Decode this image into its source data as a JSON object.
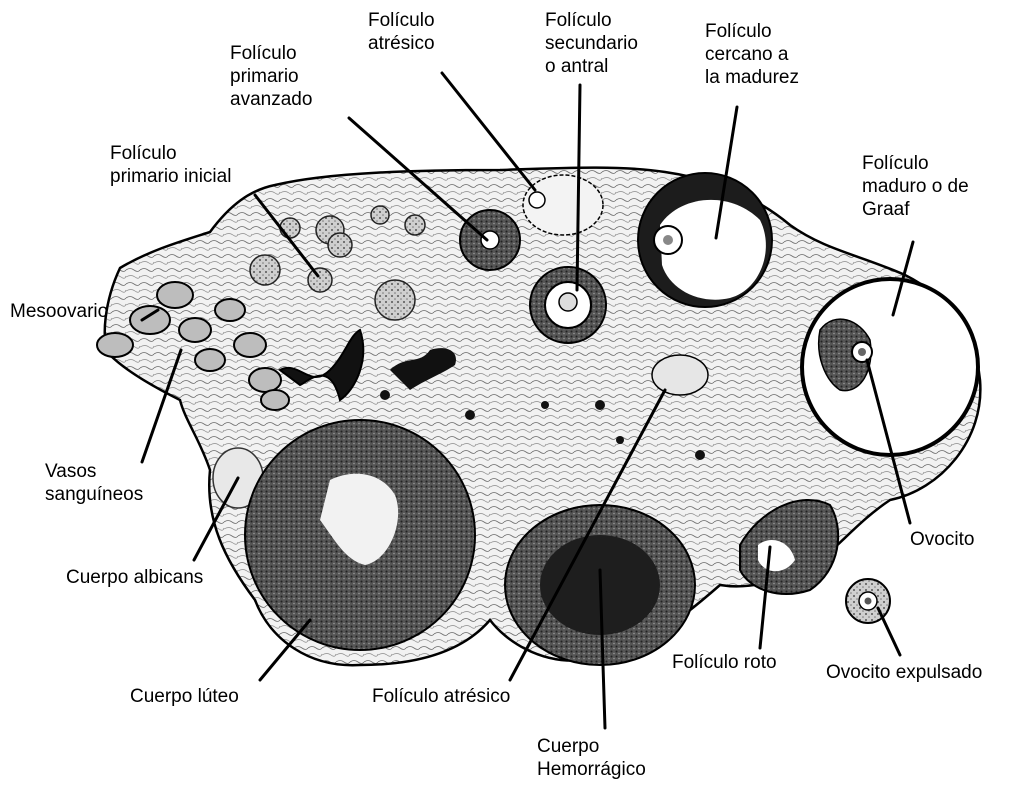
{
  "labels": {
    "folic_atresico_top": [
      "Folículo",
      "atrésico"
    ],
    "folic_secundario": [
      "Folículo",
      "secundario",
      "o antral"
    ],
    "folic_cercano": [
      "Folículo",
      "cercano a",
      "la madurez"
    ],
    "folic_primario_avanzado": [
      "Folículo",
      "primario",
      "avanzado"
    ],
    "folic_primario_inicial": [
      "Folículo",
      "primario inicial"
    ],
    "folic_maduro": [
      "Folículo",
      "maduro  o de",
      "Graaf"
    ],
    "mesoovario": "Mesoovario",
    "vasos": [
      "Vasos",
      "sanguíneos"
    ],
    "cuerpo_albicans": "Cuerpo albicans",
    "cuerpo_luteo": "Cuerpo lúteo",
    "folic_atresico_bottom": "Folículo atrésico",
    "cuerpo_hemorragico": [
      "Cuerpo",
      "Hemorrágico"
    ],
    "folic_roto": "Folículo roto",
    "ovocito": "Ovocito",
    "ovocito_expulsado": "Ovocito expulsado"
  },
  "colors": {
    "ink": "#000000",
    "tissue": "#d9d9d9",
    "dark_tissue": "#3a3a3a",
    "background": "#ffffff"
  }
}
